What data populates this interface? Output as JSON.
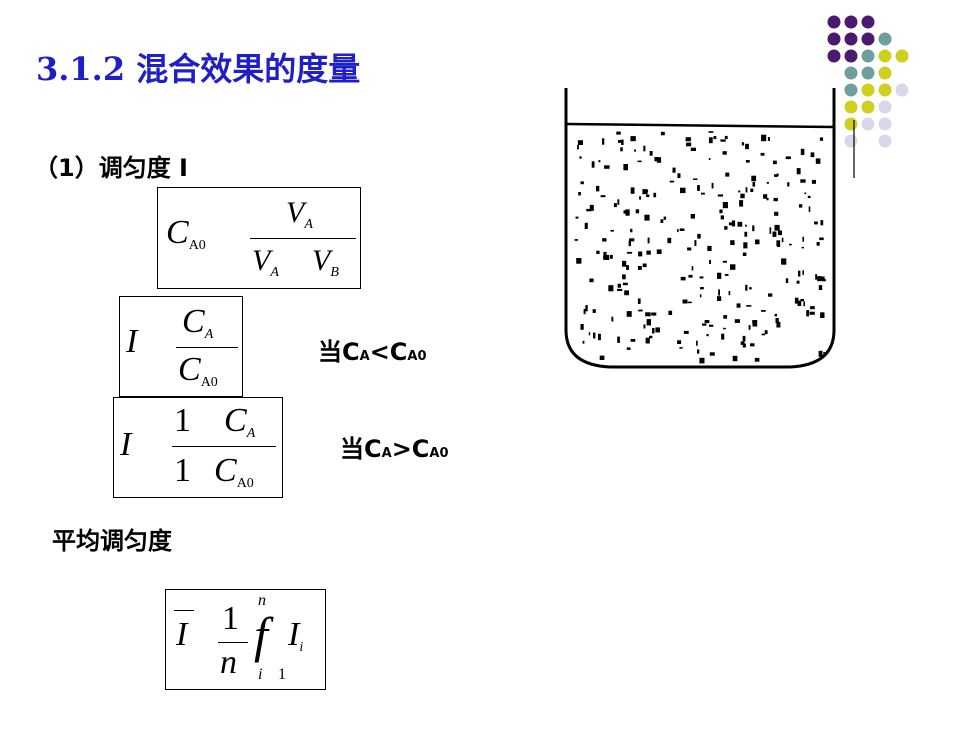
{
  "title": "3.1.2  混合效果的度量",
  "section1": {
    "heading": "（1）调匀度 I"
  },
  "formula_ca0": {
    "lhs_symbol": "C",
    "lhs_sub": "A0",
    "numerator_symbol": "V",
    "numerator_sub": "A",
    "den_term1_symbol": "V",
    "den_term1_sub": "A",
    "den_term2_symbol": "V",
    "den_term2_sub": "B"
  },
  "formula_i_lt": {
    "lhs": "I",
    "num_symbol": "C",
    "num_sub": "A",
    "den_symbol": "C",
    "den_sub": "A0",
    "condition_prefix": "当C",
    "condition_sub1": "A",
    "condition_op": "<C",
    "condition_sub2": "A0"
  },
  "formula_i_gt": {
    "lhs": "I",
    "num_one": "1",
    "num_symbol": "C",
    "num_sub": "A",
    "den_one": "1",
    "den_symbol": "C",
    "den_sub": "A0",
    "condition_prefix": "当C",
    "condition_sub1": "A",
    "condition_op": ">C",
    "condition_sub2": "A0"
  },
  "section2": {
    "heading": "平均调匀度"
  },
  "formula_avg": {
    "lhs": "I",
    "frac_num": "1",
    "frac_den": "n",
    "integral": "f",
    "upper": "n",
    "lower_var": "i",
    "lower_val": "1",
    "term": "I",
    "term_sub": "i"
  },
  "colors": {
    "title": "#1f1fc8",
    "dot_purple": "#4b1a6e",
    "dot_teal": "#6f9e9e",
    "dot_yellow": "#cfcf1f",
    "dot_lavender": "#d8d8ea"
  }
}
